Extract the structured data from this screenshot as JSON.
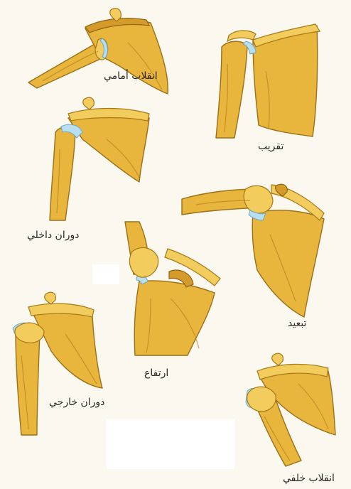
{
  "labels": {
    "anterior_tilt": "انقلاب أمامي",
    "adduction": "تقريب",
    "internal_rotation": "دوران داخلي",
    "abduction": "تبعيد",
    "elevation": "ارتفاع",
    "external_rotation": "دوران خارجي",
    "posterior_tilt": "انقلاب خلفي"
  },
  "colors": {
    "bone": "#e8b53d",
    "bone_outline": "#9d6f17",
    "cartilage": "#b7dff0",
    "background": "#fbf8ef"
  }
}
